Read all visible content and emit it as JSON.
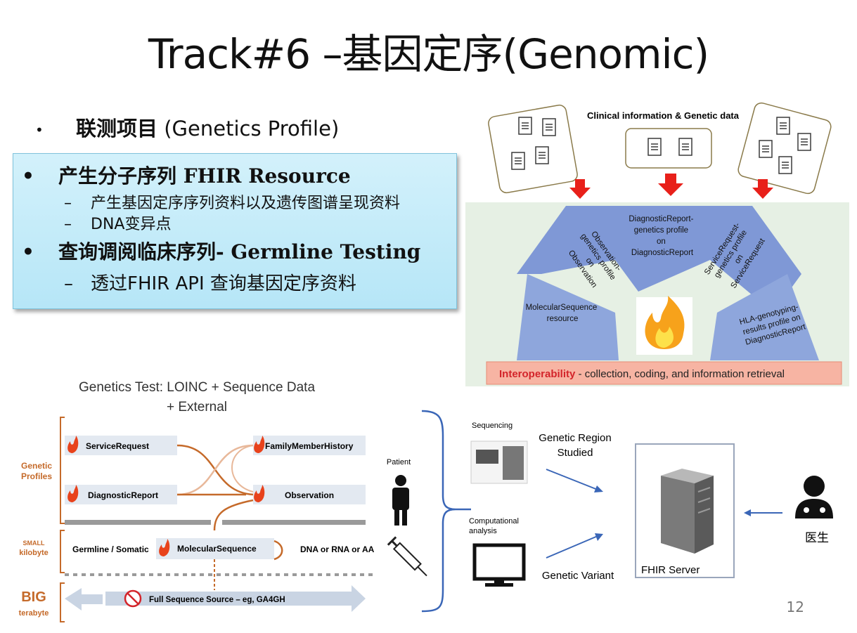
{
  "title": "Track#6 –基因定序(Genomic)",
  "top_bullet": {
    "marker": "•",
    "text_cn": "联测项目",
    "text_en": " (Genetics Profile)"
  },
  "box": {
    "items": [
      {
        "marker": "•",
        "text": "产生分子序列 FHIR Resource"
      },
      {
        "marker": "–",
        "text": "产生基因定序序列资料以及遗传图谱呈现资料"
      },
      {
        "marker": "–",
        "text": "DNA变异点"
      },
      {
        "marker": "•",
        "text": "查询调阅临床序列- Germline Testing"
      },
      {
        "marker": "–",
        "text": "透过FHIR API 查询基因定序资料"
      }
    ]
  },
  "fan": {
    "header": "Clinical information & Genetic data",
    "segments": [
      "MolecularSequence resource",
      "Observation-genetics profile on Observation",
      "DiagnosticReport-genetics profile on DiagnosticReport",
      "ServiceRequest-genetics profile on ServiceRequest",
      "HLA-genotyping-results profile on DiagnosticReport"
    ],
    "footer_bold": "Interoperability",
    "footer_rest": " - collection, coding, and information retrieval"
  },
  "flow": {
    "title_line1": "Genetics Test: LOINC + Sequence Data",
    "title_line2": "+ External",
    "left_labels": [
      "Genetic Profiles",
      "SMALL",
      "kilobyte",
      "BIG",
      "terabyte"
    ],
    "nodes": [
      "ServiceRequest",
      "FamilyMemberHistory",
      "DiagnosticReport",
      "Observation",
      "MolecularSequence",
      "Full Sequence Source – eg, GA4GH"
    ],
    "germline": "Germline / Somatic",
    "dna": "DNA or RNA or AA"
  },
  "fhir": {
    "patient": "Patient",
    "sequencing": "Sequencing",
    "computational": "Computational analysis",
    "region": "Genetic Region Studied",
    "variant": "Genetic Variant",
    "server": "FHIR Server",
    "doctor": "医生"
  },
  "slide_number": "12",
  "colors": {
    "arrow_red": "#e8201a",
    "fan_blue": "#8ea6dc",
    "flow_orange": "#c56a2a"
  }
}
